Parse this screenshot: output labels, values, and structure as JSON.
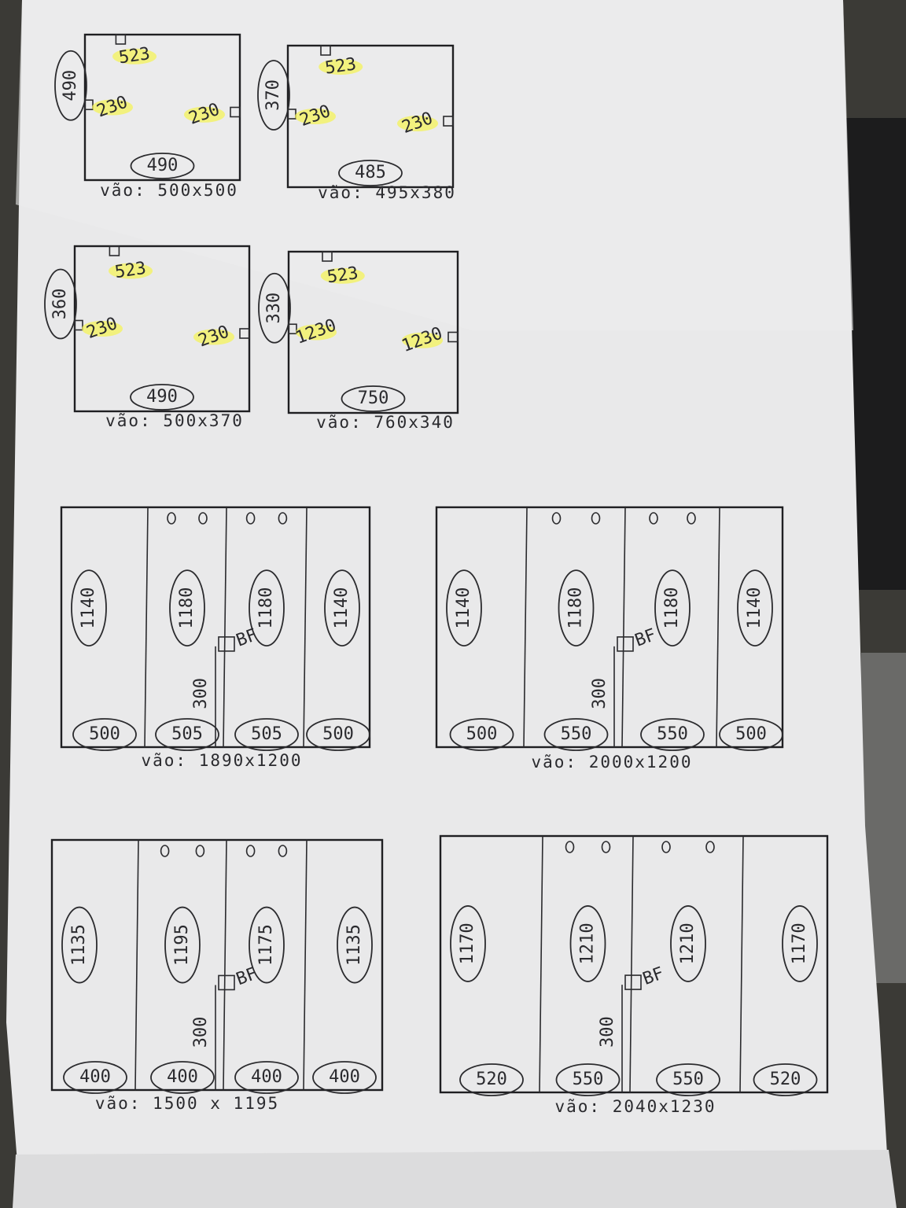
{
  "small_frames": [
    {
      "id": "a",
      "top_label": "523",
      "left_circle": "490",
      "left_label": "230",
      "right_label": "230",
      "bottom_circle": "490",
      "caption": "vão: 500x500"
    },
    {
      "id": "b",
      "top_label": "523",
      "left_circle": "370",
      "left_label": "230",
      "right_label": "230",
      "bottom_circle": "485",
      "caption": "vão: 495x380"
    },
    {
      "id": "c",
      "top_label": "523",
      "left_circle": "360",
      "left_label": "230",
      "right_label": "230",
      "bottom_circle": "490",
      "caption": "vão: 500x370"
    },
    {
      "id": "d",
      "top_label": "523",
      "left_circle": "330",
      "left_label": "1230",
      "right_label": "1230",
      "bottom_circle": "750",
      "caption": "vão: 760x340"
    }
  ],
  "large_frames": [
    {
      "id": "e",
      "heights": [
        "1140",
        "1180",
        "1180",
        "1140"
      ],
      "widths": [
        "500",
        "505",
        "505",
        "500"
      ],
      "mark": "BF",
      "offset": "300",
      "caption": "vão: 1890x1200"
    },
    {
      "id": "f",
      "heights": [
        "1140",
        "1180",
        "1180",
        "1140"
      ],
      "widths": [
        "500",
        "550",
        "550",
        "500"
      ],
      "mark": "BF",
      "offset": "300",
      "caption": "vão: 2000x1200"
    },
    {
      "id": "g",
      "heights": [
        "1135",
        "1195",
        "1175",
        "1135"
      ],
      "widths": [
        "400",
        "400",
        "400",
        "400"
      ],
      "mark": "BF",
      "offset": "300",
      "caption": "vão: 1500 x 1195"
    },
    {
      "id": "h",
      "heights": [
        "1170",
        "1210",
        "1210",
        "1170"
      ],
      "widths": [
        "520",
        "550",
        "550",
        "520"
      ],
      "mark": "BF",
      "offset": "300",
      "caption": "vão: 2040x1230"
    }
  ]
}
